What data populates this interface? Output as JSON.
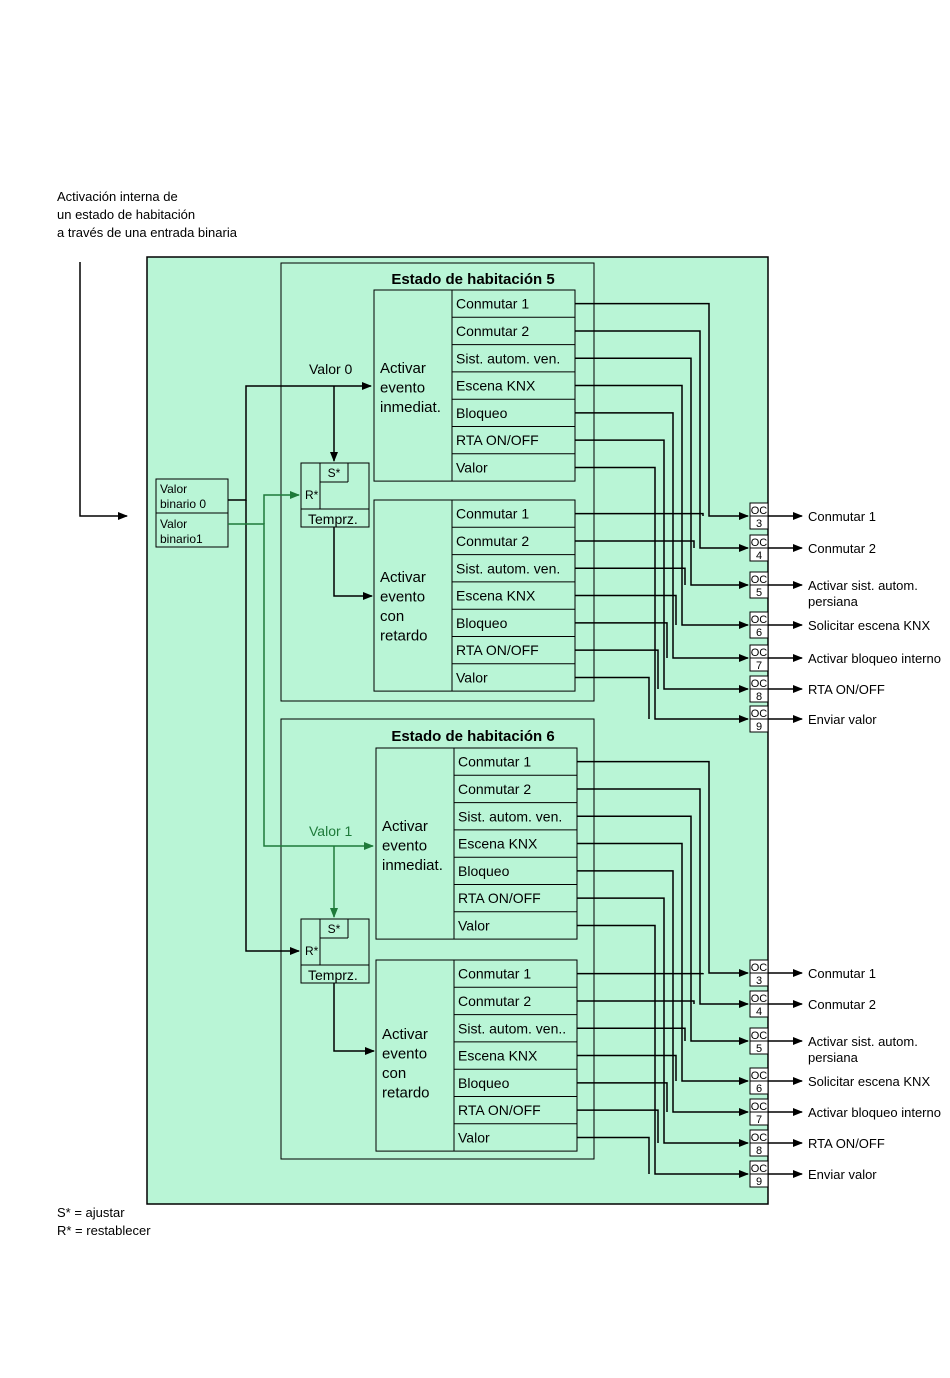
{
  "header_note": [
    "Activación interna de",
    "un estado de habitación",
    "a través de una entrada binaria"
  ],
  "legend": [
    "S* = ajustar",
    "R* = restablecer"
  ],
  "inputs": [
    "Valor",
    "binario 0",
    "Valor",
    "binario1"
  ],
  "valor0": "Valor 0",
  "valor1": "Valor 1",
  "timer": {
    "s": "S*",
    "r": "R*",
    "label": "Temprz."
  },
  "states": [
    {
      "title": "Estado de habitación 5",
      "immediate_label": [
        "Activar",
        "evento",
        "inmediat."
      ],
      "delayed_label": [
        "Activar",
        "evento",
        "con",
        "retardo"
      ],
      "immediate_items": [
        "Conmutar 1",
        "Conmutar 2",
        "Sist. autom. ven.",
        "Escena KNX",
        "Bloqueo",
        "RTA ON/OFF",
        "Valor"
      ],
      "delayed_items": [
        "Conmutar 1",
        "Conmutar 2",
        "Sist. autom. ven.",
        "Escena KNX",
        "Bloqueo",
        "RTA ON/OFF",
        "Valor"
      ]
    },
    {
      "title": "Estado de habitación 6",
      "immediate_label": [
        "Activar",
        "evento",
        "inmediat."
      ],
      "delayed_label": [
        "Activar",
        "evento",
        "con",
        "retardo"
      ],
      "immediate_items": [
        "Conmutar 1",
        "Conmutar 2",
        "Sist. autom. ven.",
        "Escena KNX",
        "Bloqueo",
        "RTA ON/OFF",
        "Valor"
      ],
      "delayed_items": [
        "Conmutar 1",
        "Conmutar 2",
        "Sist. autom. ven..",
        "Escena KNX",
        "Bloqueo",
        "RTA ON/OFF",
        "Valor"
      ]
    }
  ],
  "outputs": [
    {
      "oc": "OC",
      "num": "3",
      "label": [
        "Conmutar 1"
      ]
    },
    {
      "oc": "OC",
      "num": "4",
      "label": [
        "Conmutar 2"
      ]
    },
    {
      "oc": "OC",
      "num": "5",
      "label": [
        "Activar sist. autom.",
        "persiana"
      ]
    },
    {
      "oc": "OC",
      "num": "6",
      "label": [
        "Solicitar escena KNX"
      ]
    },
    {
      "oc": "OC",
      "num": "7",
      "label": [
        "Activar bloqueo interno"
      ]
    },
    {
      "oc": "OC",
      "num": "8",
      "label": [
        "RTA ON/OFF"
      ]
    },
    {
      "oc": "OC",
      "num": "9",
      "label": [
        "Enviar valor"
      ]
    }
  ],
  "colors": {
    "panel": "#b9f5d6",
    "green_line": "#1e7a3a"
  }
}
